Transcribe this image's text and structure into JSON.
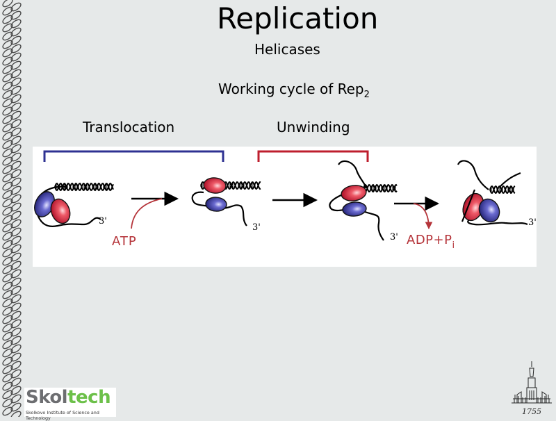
{
  "slide": {
    "title": "Replication",
    "subtitle": "Helicases",
    "cycle_text": "Working cycle of Rep",
    "cycle_subscript": "2"
  },
  "phases": {
    "translocation": "Translocation",
    "unwinding": "Unwinding"
  },
  "figure": {
    "end_label": "3'",
    "atp": "ATP",
    "adp": "ADP+P",
    "adp_sub": "i"
  },
  "logo": {
    "name_part1": "Skol",
    "name_part2": "tech",
    "tagline": "Skolkovo Institute of Science and Technology"
  },
  "msu": {
    "year": "1755"
  },
  "colors": {
    "background": "#e6e9e9",
    "translocation_bracket": "#2e3192",
    "unwinding_bracket": "#be1e2d",
    "red_subunit": "#d42a3c",
    "blue_subunit": "#3f3f9a",
    "arrow_text": "#b5343a",
    "logo_grey": "#6d6e71",
    "logo_green": "#6cc049"
  }
}
